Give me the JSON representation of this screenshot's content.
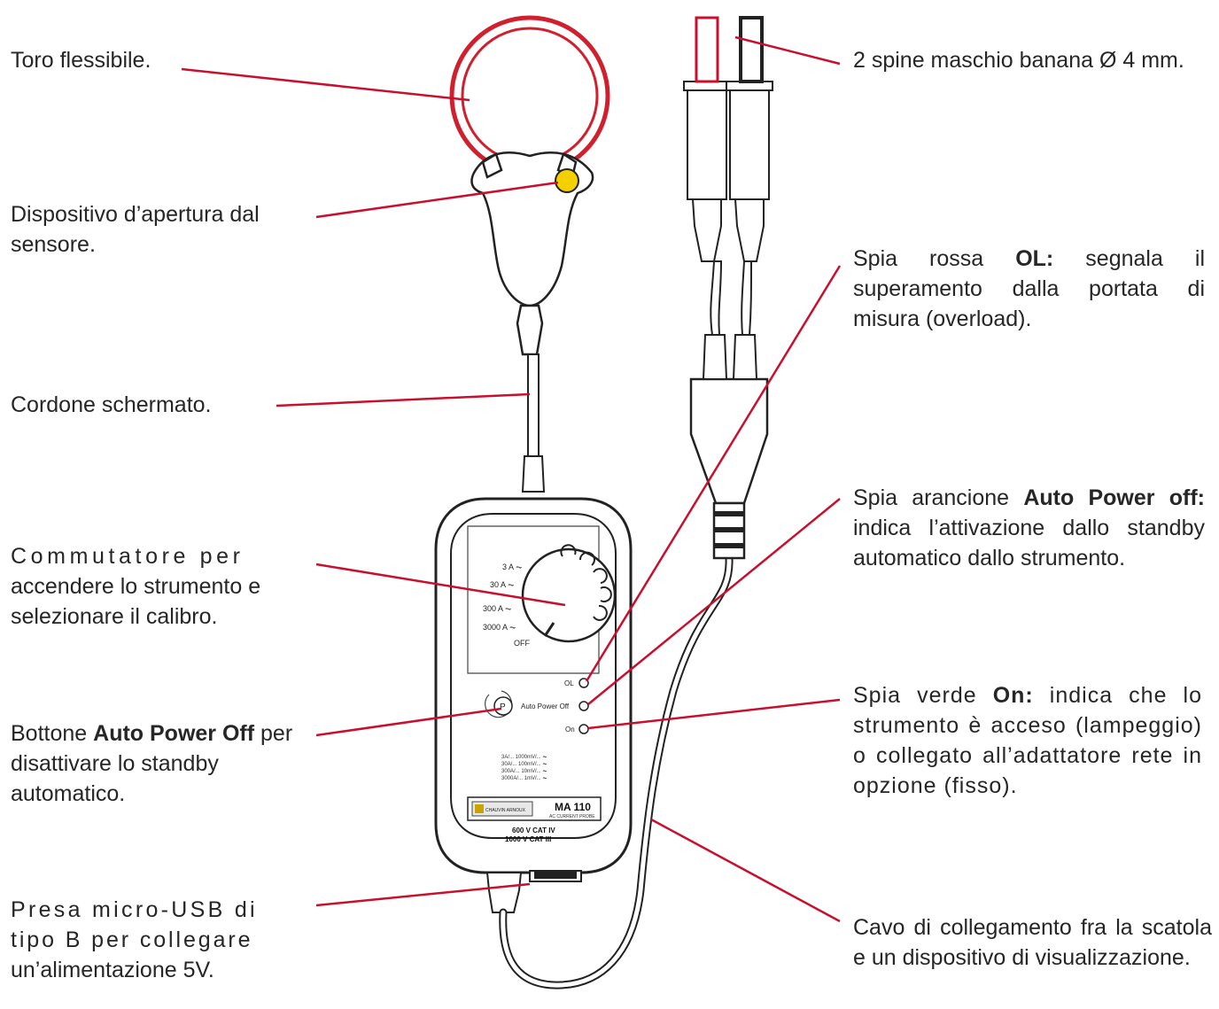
{
  "labels": {
    "toro": "Toro flessibile.",
    "apertura": "Dispositivo d’apertura dal sensore.",
    "cordone": "Cordone schermato.",
    "commutatore": {
      "line1": "Commutatore per",
      "rest": "accendere lo strumento e selezionare il calibro."
    },
    "bottone": {
      "pre": "Bottone ",
      "bold": "Auto Power Off",
      "post": " per disattivare lo standby automatico."
    },
    "presa": {
      "line1": "Presa micro-USB di",
      "line2": "tipo B per collegare",
      "line3": "un’alimentazione 5V."
    },
    "spine": "2 spine maschio banana Ø  4 mm.",
    "spia_rossa": {
      "pre": "Spia rossa ",
      "bold": "OL:",
      "post": "  segnala il superamento dalla portata di misura (overload)."
    },
    "spia_arancione": {
      "pre": "Spia arancione ",
      "bold": "Auto Power off:",
      "post": "  indica l’attivazione dallo standby automatico dallo strumento."
    },
    "spia_verde": {
      "pre": "Spia verde ",
      "bold": "On:",
      "post": " indica che lo strumento è acceso (lampeggio) o collegato all’adattatore rete in opzione (fisso)."
    },
    "cavo": "Cavo di collegamento fra la scatola e un dispositivo di visualizzazione."
  },
  "device": {
    "ranges": [
      "3 A ⏦",
      "30 A ⏦",
      "300 A ⏦",
      "3000 A ⏦",
      "OFF"
    ],
    "led_labels": [
      "OL",
      "Auto Power Off",
      "On"
    ],
    "button_symbol": "P",
    "model": "MA 110",
    "model_sub": "AC CURRENT PROBE",
    "brand": "CHAUVIN ARNOUX",
    "cat_lines": [
      "600 V CAT IV",
      "1000 V CAT III"
    ],
    "spec_lines": [
      "3A/... 1000mV/... ⏦",
      "30A/... 100mV/... ⏦",
      "300A/... 10mV/... ⏦",
      "3000A/... 1mV/... ⏦"
    ]
  },
  "colors": {
    "leader_line": "#c8102e",
    "toroid": "#d0202e",
    "body_outline": "#222222",
    "yellow_button": "#f5d000",
    "text": "#262626"
  }
}
